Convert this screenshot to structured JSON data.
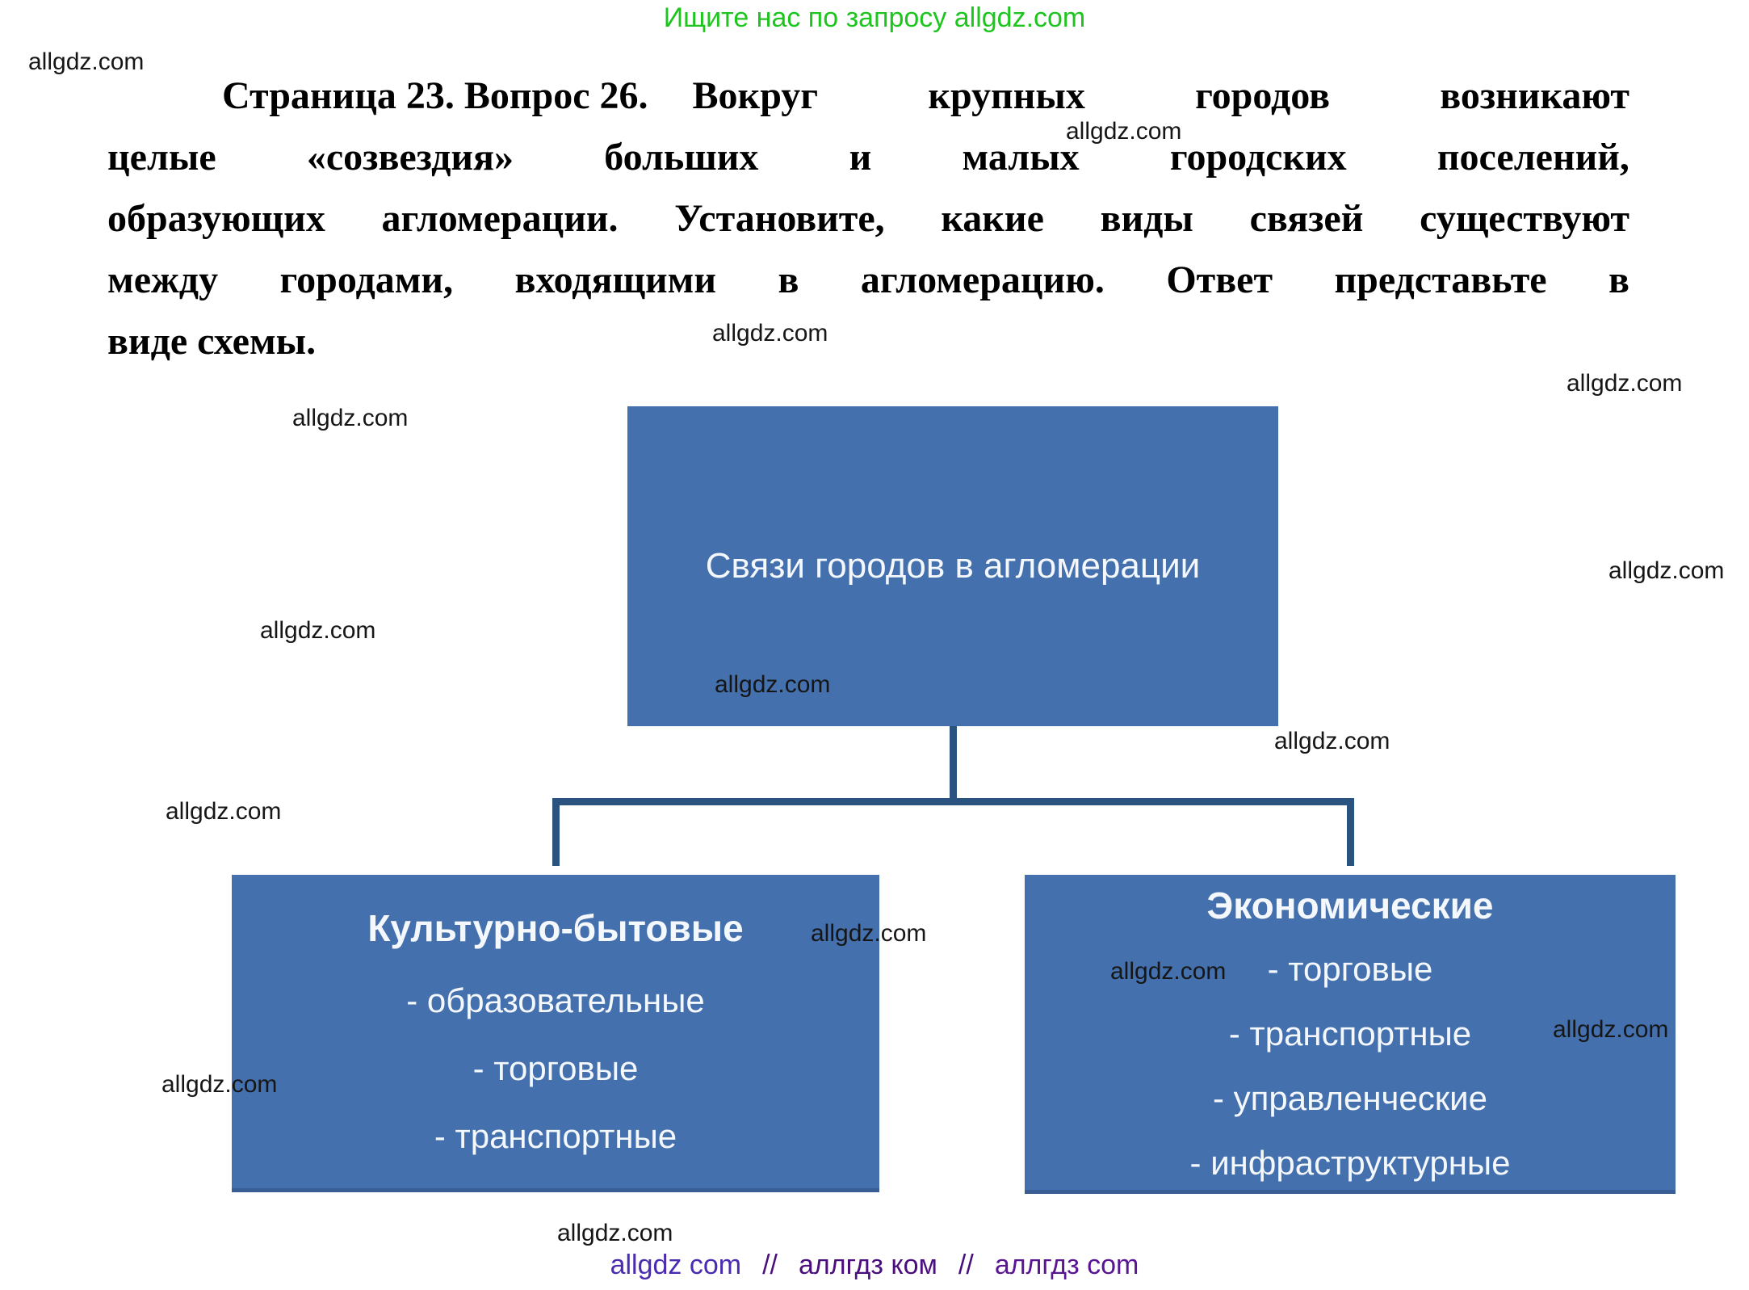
{
  "promo": {
    "text": "Ищите нас по запросу allgdz.com",
    "color": "#1ec51e"
  },
  "watermark": {
    "text": "allgdz.com"
  },
  "question": {
    "line1_label": "Страница 23. Вопрос 26.",
    "line1_rest": "Вокруг крупных городов возникают",
    "line2": "целые «созвездия» больших и малых городских поселений,",
    "line3": "образующих агломерации. Установите, какие виды связей существуют",
    "line4": "между городами, входящими в агломерацию. Ответ представьте в",
    "line5": "виде схемы."
  },
  "diagram": {
    "root": {
      "title": "Связи городов в агломерации"
    },
    "left": {
      "title": "Культурно-бытовые",
      "items": [
        "- образовательные",
        "- торговые",
        "- транспортные"
      ]
    },
    "right": {
      "title": "Экономические",
      "items": [
        "- торговые",
        "- транспортные",
        "- управленческие",
        "- инфраструктурные"
      ]
    },
    "colors": {
      "box_fill": "#4470ad",
      "connector": "#2b5380",
      "text": "#f4f8fc"
    }
  },
  "footer": {
    "segments": [
      "allgdz com",
      "//",
      "аллгдз ком",
      "//",
      "аллгдз com"
    ],
    "colors": [
      "#4b2bb0",
      "#4a0f7d",
      "#4a0f7d",
      "#4a0f7d",
      "#5a1593"
    ]
  }
}
